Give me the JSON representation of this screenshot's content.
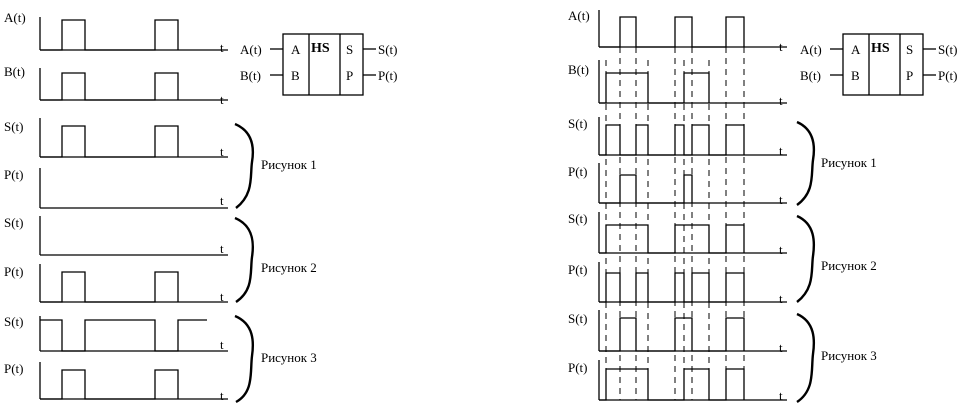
{
  "left_panel": {
    "signals": [
      {
        "label": "A(t)"
      },
      {
        "label": "B(t)"
      },
      {
        "label": "S(t)"
      },
      {
        "label": "P(t)"
      },
      {
        "label": "S(t)"
      },
      {
        "label": "P(t)"
      },
      {
        "label": "S(t)"
      },
      {
        "label": "P(t)"
      }
    ],
    "axis_label": "t",
    "groups": [
      {
        "label": "Рисунок 1"
      },
      {
        "label": "Рисунок 2"
      },
      {
        "label": "Рисунок 3"
      }
    ],
    "block": {
      "title": "HS",
      "in_a_port": "A",
      "in_b_port": "B",
      "out_s_port": "S",
      "out_p_port": "P",
      "in_a_signal": "A(t)",
      "in_b_signal": "B(t)",
      "out_s_signal": "S(t)",
      "out_p_signal": "P(t)"
    }
  },
  "right_panel": {
    "signals": [
      {
        "label": "A(t)"
      },
      {
        "label": "B(t)"
      },
      {
        "label": "S(t)"
      },
      {
        "label": "P(t)"
      },
      {
        "label": "S(t)"
      },
      {
        "label": "P(t)"
      },
      {
        "label": "S(t)"
      },
      {
        "label": "P(t)"
      }
    ],
    "axis_label": "t",
    "groups": [
      {
        "label": "Рисунок 1"
      },
      {
        "label": "Рисунок 2"
      },
      {
        "label": "Рисунок 3"
      }
    ],
    "block": {
      "title": "HS",
      "in_a_port": "A",
      "in_b_port": "B",
      "out_s_port": "S",
      "out_p_port": "P",
      "in_a_signal": "A(t)",
      "in_b_signal": "B(t)",
      "out_s_signal": "S(t)",
      "out_p_signal": "P(t)"
    }
  }
}
